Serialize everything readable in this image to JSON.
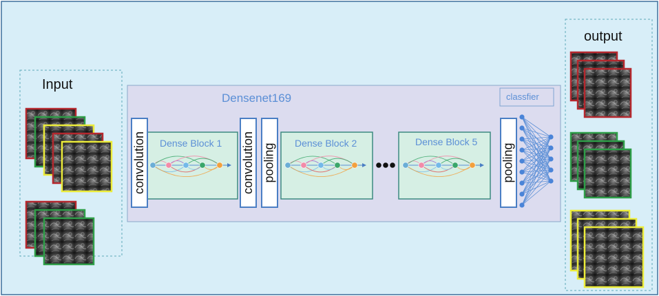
{
  "labels": {
    "input": "Input",
    "output": "output",
    "network": "Densenet169",
    "classifier": "classfier",
    "dense_block_1": "Dense Block 1",
    "dense_block_2": "Dense Block 2",
    "dense_block_5": "Dense Block 5",
    "convolution_1": "convolution",
    "convolution_2": "convolution",
    "pooling_1": "pooling",
    "pooling_2": "pooling"
  },
  "colors": {
    "background": "#d8eef8",
    "network_panel": "#dcdcef",
    "dense_block_fill": "#d6efe4",
    "dense_block_border": "#3d8a80",
    "accent_blue": "#5b8fd6",
    "frame_red": "#b5282e",
    "frame_green": "#2e9e48",
    "frame_yellow": "#ecec3a"
  },
  "input_stacks": [
    {
      "frames": [
        "red",
        "green",
        "yellow",
        "red",
        "yellow"
      ]
    },
    {
      "frames": [
        "red",
        "green",
        "green"
      ]
    }
  ],
  "output_stacks": [
    {
      "frames": [
        "red",
        "red",
        "red"
      ]
    },
    {
      "frames": [
        "green",
        "green",
        "green"
      ]
    },
    {
      "frames": [
        "yellow",
        "yellow",
        "yellow"
      ]
    }
  ],
  "dense_block_node_colors": [
    "#6baed6",
    "#f28ba8",
    "#74b9e8",
    "#3aa66a",
    "#f2a03d"
  ],
  "classifier_layers": [
    9,
    5
  ],
  "ellipsis_dots": 3
}
